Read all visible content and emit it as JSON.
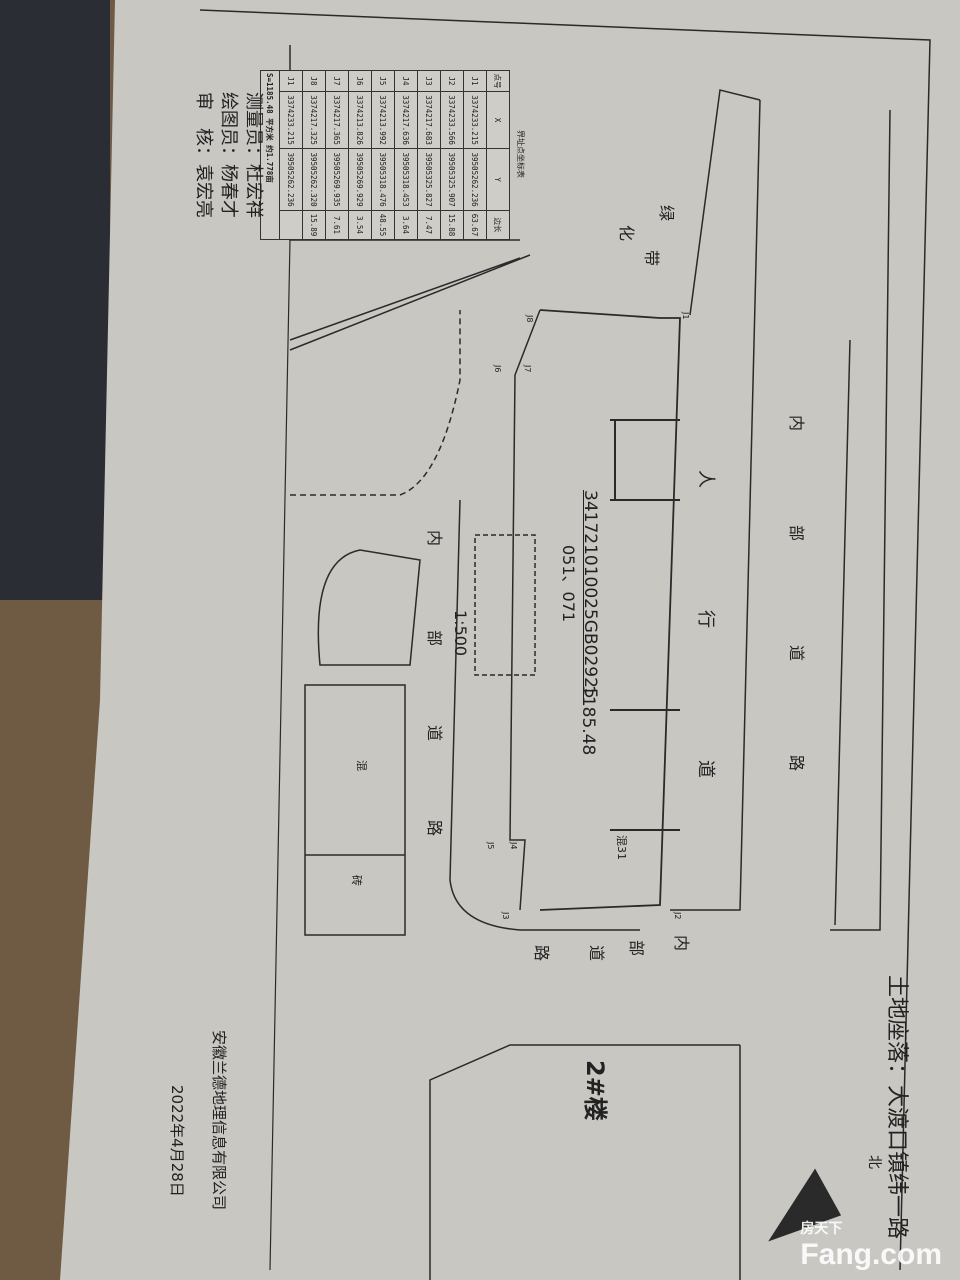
{
  "location": "土地座落：大渡口镇纬一路",
  "north_label": "北",
  "scale": "1:500",
  "parcel": {
    "code": "341721010025GB02925",
    "sub_code": "051、071",
    "area": "1185.48"
  },
  "map_labels": {
    "green_belt": [
      "绿",
      "化",
      "带"
    ],
    "road_top": [
      "内",
      "部",
      "道",
      "路"
    ],
    "sidewalk": [
      "人",
      "行",
      "道"
    ],
    "road_inner": [
      "内",
      "部",
      "道",
      "路"
    ],
    "road_right": [
      "内",
      "部",
      "道",
      "路"
    ],
    "building2": "2#楼",
    "mix": "混",
    "mix31": "混31",
    "brick": "砖"
  },
  "points": [
    "J1",
    "J2",
    "J3",
    "J4",
    "J5",
    "J6",
    "J7",
    "J8"
  ],
  "coord_table": {
    "title": "界址点坐标表",
    "headers": [
      "点号",
      "X",
      "Y",
      "边长"
    ],
    "rows": [
      [
        "J1",
        "3374233.215",
        "39505262.236",
        "63.67"
      ],
      [
        "J2",
        "3374233.566",
        "39505325.907",
        "15.88"
      ],
      [
        "J3",
        "3374217.683",
        "39505325.827",
        "7.47"
      ],
      [
        "J4",
        "3374217.636",
        "39505318.453",
        "3.64"
      ],
      [
        "J5",
        "3374213.992",
        "39505318.476",
        "48.55"
      ],
      [
        "J6",
        "3374213.826",
        "39505269.929",
        "3.54"
      ],
      [
        "J7",
        "3374217.365",
        "39505269.935",
        "7.61"
      ],
      [
        "J8",
        "3374217.325",
        "39505262.320",
        "15.89"
      ],
      [
        "J1",
        "3374233.215",
        "39505262.236",
        ""
      ]
    ],
    "area_note": "S=1185.48 平方米 约1.778亩"
  },
  "staff": {
    "surveyor": "测量员：杜宏祥",
    "drafter": "绘图员：杨春才",
    "reviewer": "审　核：袁宏亮"
  },
  "company": "安徽兰德地理信息有限公司",
  "date": "2022年4月28日",
  "watermark": {
    "cn": "房天下",
    "en": "Fang.com"
  }
}
